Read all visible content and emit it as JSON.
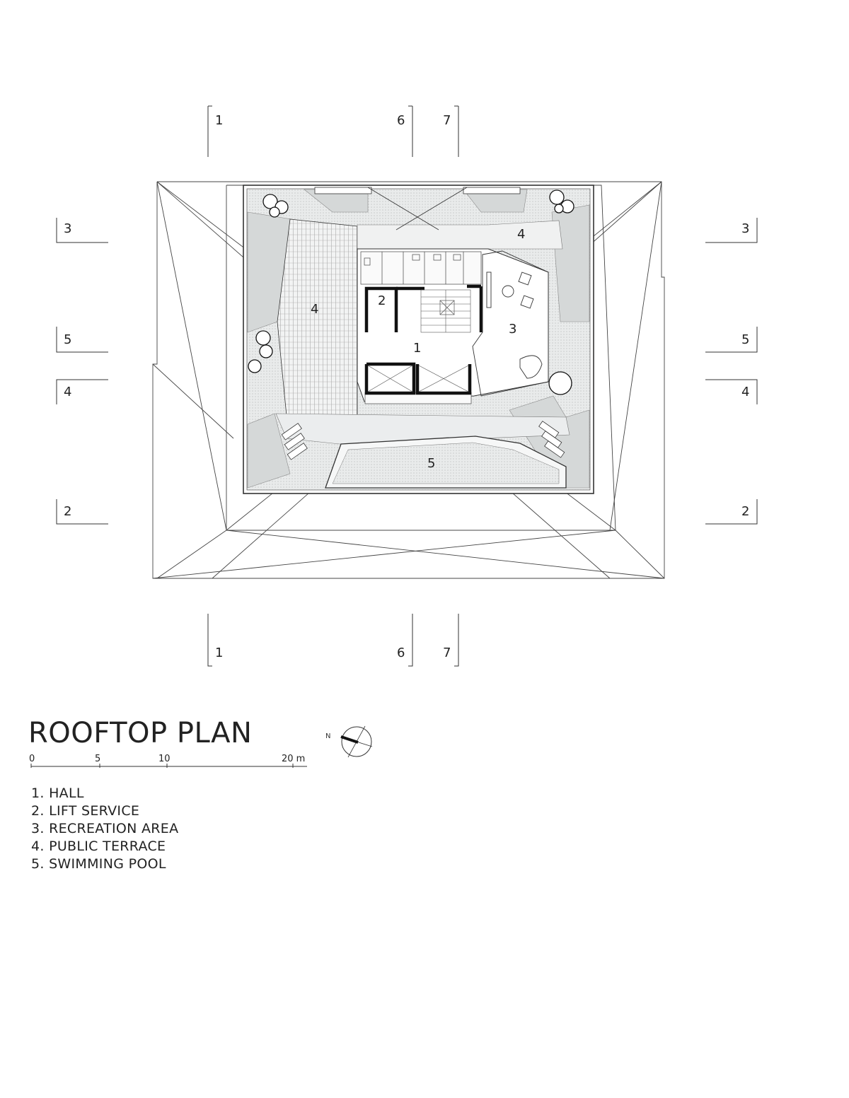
{
  "section_markers": {
    "top": [
      "1",
      "6",
      "7"
    ],
    "bottom": [
      "1",
      "6",
      "7"
    ],
    "left": [
      "3",
      "5",
      "4",
      "2"
    ],
    "right": [
      "3",
      "5",
      "4",
      "2"
    ]
  },
  "room_numbers": {
    "terrace_west": "4",
    "terrace_north": "4",
    "lift": "2",
    "hall": "1",
    "recreation": "3",
    "pool": "5"
  },
  "title": "ROOFTOP PLAN",
  "scale": {
    "ticks": [
      "0",
      "5",
      "10",
      "20 m"
    ]
  },
  "north_label": "N",
  "legend": [
    "1. HALL",
    "2. LIFT SERVICE",
    "3. RECREATION AREA",
    "4. PUBLIC TERRACE",
    "5. SWIMMING POOL"
  ],
  "colors": {
    "line": "#333333",
    "shade": "#d9dcdc",
    "wall": "#111111"
  }
}
